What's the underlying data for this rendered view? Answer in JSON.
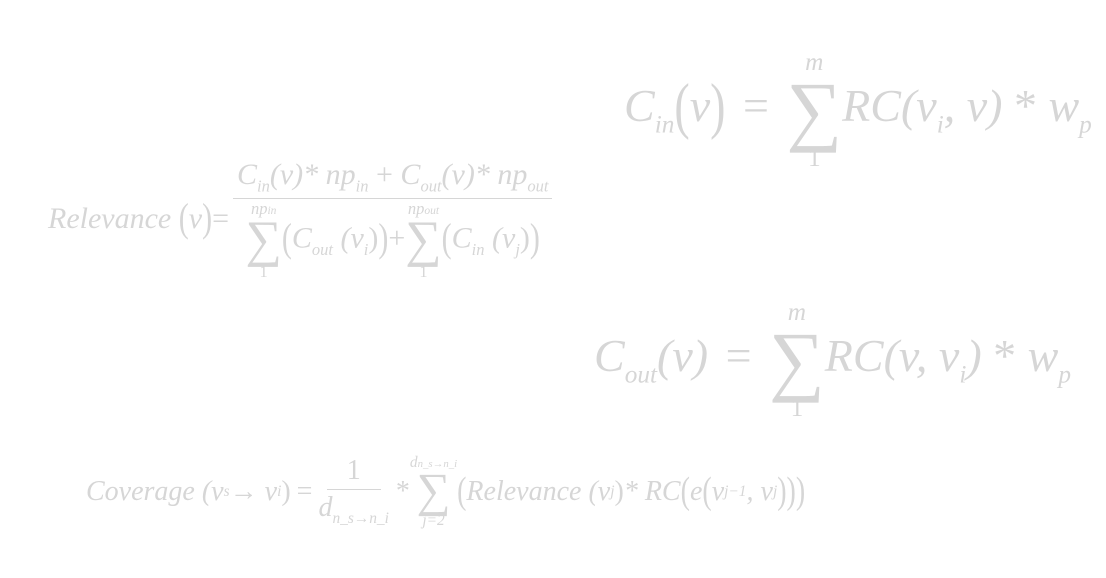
{
  "colors": {
    "background": "#ffffff",
    "text": "#d6d6d6"
  },
  "equations": {
    "c_in": {
      "lhs": "C",
      "lhs_sub": "in",
      "arg": "v",
      "eq": "=",
      "sum_upper": "m",
      "sum_lower": "1",
      "rhs_fn": "RC",
      "rhs_args": "(v",
      "rhs_args_sub": "i",
      "rhs_args_rest": ", v)",
      "times": "*",
      "weight": "w",
      "weight_sub": "p"
    },
    "relevance": {
      "lhs": "Relevance",
      "arg": "v",
      "eq": "=",
      "numerator": {
        "t1": "C",
        "t1_sub": "in",
        "t1_arg": "(v)",
        "t1_times": "* np",
        "t1_np_sub": "in",
        "plus": "+",
        "t2": "C",
        "t2_sub": "out",
        "t2_arg": "(v)",
        "t2_times": "* np",
        "t2_np_sub": "out"
      },
      "denominator": {
        "sum1_upper": "np",
        "sum1_upper_sub": "in",
        "sum1_lower": "1",
        "sum1_term": "C",
        "sum1_term_sub": "out",
        "sum1_arg": "(v",
        "sum1_arg_sub": "i",
        "sum1_close": ")",
        "plus": "+",
        "sum2_upper": "np",
        "sum2_upper_sub": "out",
        "sum2_lower": "1",
        "sum2_term": "C",
        "sum2_term_sub": "in",
        "sum2_arg": "(v",
        "sum2_arg_sub": "j",
        "sum2_close": ")"
      }
    },
    "c_out": {
      "lhs": "C",
      "lhs_sub": "out",
      "arg": "(v)",
      "eq": "=",
      "sum_upper": "m",
      "sum_lower": "1",
      "rhs_fn": "RC",
      "rhs_args": "(v, v",
      "rhs_args_sub": "i",
      "rhs_args_rest": ")",
      "times": "*",
      "weight": "w",
      "weight_sub": "p"
    },
    "coverage": {
      "lhs": "Coverage",
      "arg_open": "(v",
      "arg_sub1": "s",
      "arrow": "→",
      "arg_v2": "v",
      "arg_sub2": "i",
      "arg_close": ")",
      "eq": "=",
      "frac_num": "1",
      "frac_den": "d",
      "frac_den_sub": "n_s→n_i",
      "times": "*",
      "sum_upper": "d",
      "sum_upper_sub": "n_s→n_i",
      "sum_lower": "j=2",
      "body_fn": "Relevance",
      "body_arg": "(v",
      "body_arg_sub": "j",
      "body_close": ")",
      "body_times": "* RC",
      "body_e": "e",
      "body_v1": "v",
      "body_v1_sub": "j−1",
      "body_comma": ", v",
      "body_v2_sub": "j"
    }
  }
}
